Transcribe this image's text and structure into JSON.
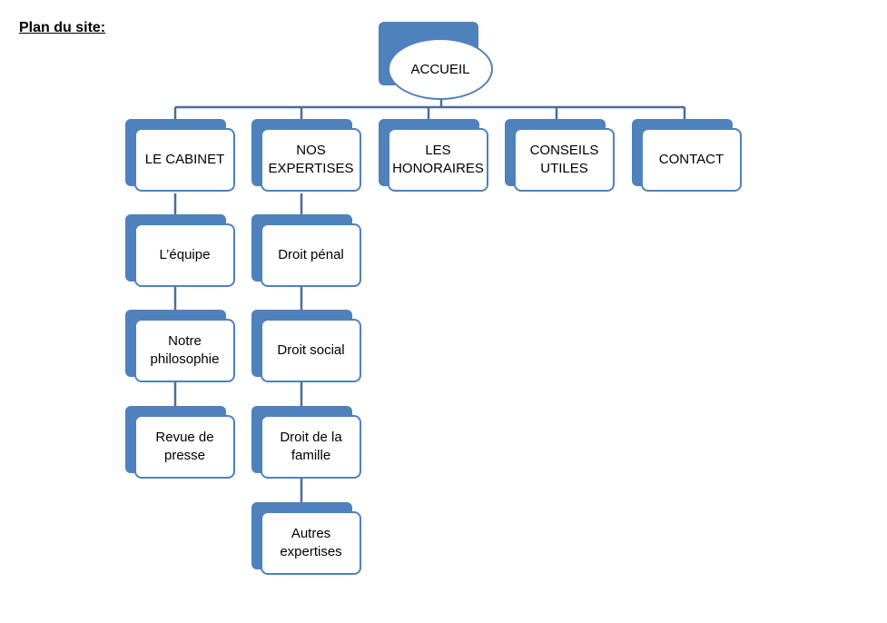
{
  "title": "Plan du site:",
  "root": {
    "label": "ACCUEIL"
  },
  "level1": [
    {
      "id": "cabinet",
      "label": "LE CABINET"
    },
    {
      "id": "expertises",
      "label": "NOS\nEXPERTISES"
    },
    {
      "id": "honoraires",
      "label": "LES\nHONORAIRES"
    },
    {
      "id": "conseils",
      "label": "CONSEILS\nUTILES"
    },
    {
      "id": "contact",
      "label": "CONTACT"
    }
  ],
  "cabinet_children": [
    {
      "label": "L’équipe"
    },
    {
      "label": "Notre\nphilosophie"
    },
    {
      "label": "Revue de\npresse"
    }
  ],
  "expertises_children": [
    {
      "label": "Droit pénal"
    },
    {
      "label": "Droit social"
    },
    {
      "label": "Droit de la\nfamille"
    },
    {
      "label": "Autres\nexpertises"
    }
  ],
  "colors": {
    "accent": "#4f81bd",
    "connector": "#4f6f9a"
  }
}
